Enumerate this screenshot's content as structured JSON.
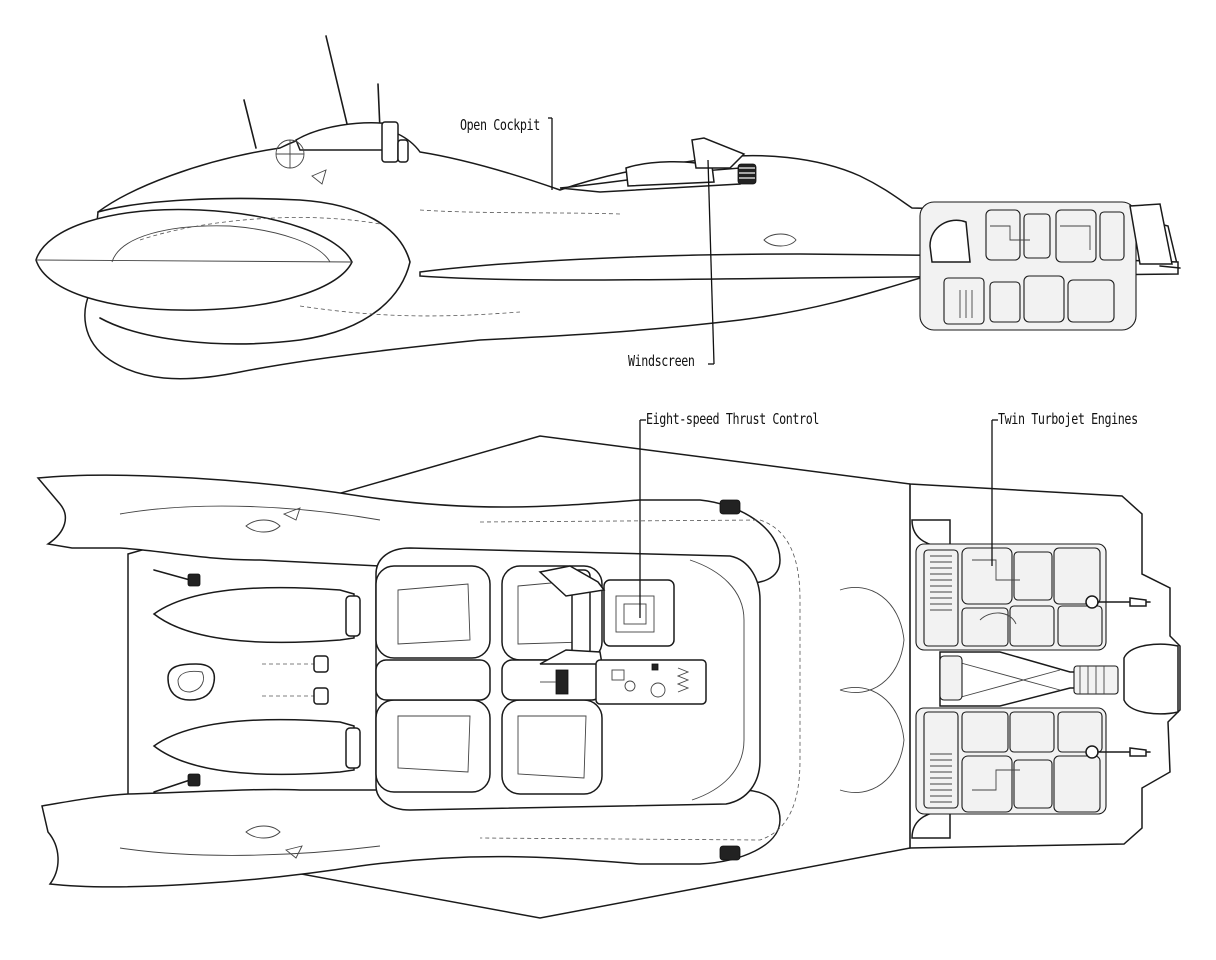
{
  "labels": {
    "open_cockpit": "Open Cockpit",
    "windscreen": "Windscreen",
    "thrust_control": "Eight-speed Thrust Control",
    "turbojet_engines": "Twin Turbojet Engines"
  },
  "colors": {
    "line": "#1a1a1a",
    "background": "#ffffff"
  }
}
